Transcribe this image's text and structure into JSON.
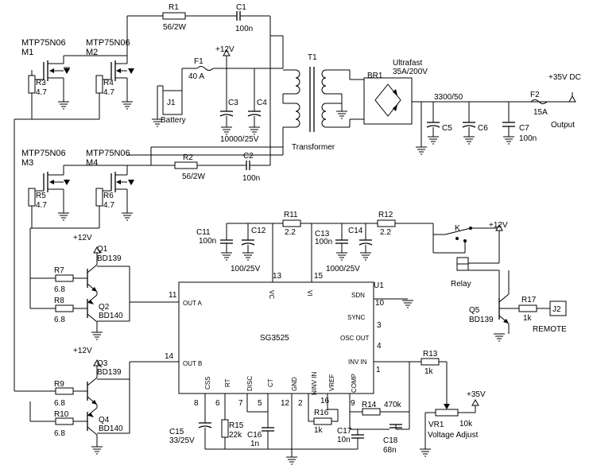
{
  "labels": {
    "r1_name": "R1",
    "r1_val": "56/2W",
    "c1_name": "C1",
    "c1_val": "100n",
    "r2_name": "R2",
    "r2_val": "56/2W",
    "c2_name": "C2",
    "c2_val": "100n",
    "m1_part": "MTP75N06",
    "m1_name": "M1",
    "m2_part": "MTP75N06",
    "m2_name": "M2",
    "m3_part": "MTP75N06",
    "m3_name": "M3",
    "m4_part": "MTP75N06",
    "m4_name": "M4",
    "r3_name": "R3",
    "r3_val": "4.7",
    "r4_name": "R4",
    "r4_val": "4.7",
    "r5_name": "R5",
    "r5_val": "4.7",
    "r6_name": "R6",
    "r6_val": "4.7",
    "plus12_top": "+12V",
    "f1_name": "F1",
    "f1_val": "40 A",
    "j1_name": "J1",
    "battery": "Battery",
    "c3_name": "C3",
    "c4_name": "C4",
    "c34_val": "10000/25V",
    "t1_name": "T1",
    "transformer": "Transformer",
    "br1_name": "BR1",
    "ultrafast1": "Ultrafast",
    "ultrafast2": "35A/200V",
    "cap_3300": "3300/50",
    "c5_name": "C5",
    "c6_name": "C6",
    "c7_name": "C7",
    "c7_val": "100n",
    "f2_name": "F2",
    "f2_val": "15A",
    "plus35_out": "+35V DC",
    "output": "Output",
    "c11_name": "C11",
    "c11_val": "100n",
    "c12_name": "C12",
    "c1112_val": "100/25V",
    "r11_name": "R11",
    "r11_val": "2.2",
    "c13_name": "C13",
    "c13_val": "100n",
    "c14_name": "C14",
    "c1314_val": "1000/25V",
    "r12_name": "R12",
    "r12_val": "2.2",
    "k_name": "K",
    "plus12_relay": "+12V",
    "relay": "Relay",
    "q5_name": "Q5",
    "q5_part": "BD139",
    "r17_name": "R17",
    "r17_val": "1k",
    "j2_name": "J2",
    "remote": "REMOTE",
    "u1_name": "U1",
    "ic_name": "SG3525",
    "pin_vc": "VC",
    "pin_vi": "VI",
    "pin_13": "13",
    "pin_15": "15",
    "pin_sdn": "SDN",
    "pin_10": "10",
    "pin_sync": "SYNC",
    "pin_3": "3",
    "pin_oscout": "OSC OUT",
    "pin_4": "4",
    "pin_outa": "OUT A",
    "pin_11": "11",
    "pin_outb": "OUT B",
    "pin_14": "14",
    "pin_invin": "INV IN",
    "pin_1": "1",
    "pin_css": "CSS",
    "pin_8": "8",
    "pin_rt": "RT",
    "pin_6": "6",
    "pin_disc": "DISC",
    "pin_7": "7",
    "pin_ct": "CT",
    "pin_5": "5",
    "pin_gnd": "GND",
    "pin_12": "12",
    "pin_ninvin": "NINV IN",
    "pin_2": "2",
    "pin_vref": "VREF",
    "pin_16": "16",
    "pin_comp": "COMP",
    "pin_9": "9",
    "q1_name": "Q1",
    "q1_part": "BD139",
    "q2_name": "Q2",
    "q2_part": "BD140",
    "q3_name": "Q3",
    "q3_part": "BD139",
    "q4_name": "Q4",
    "q4_part": "BD140",
    "plus12_q1": "+12V",
    "plus12_q3": "+12V",
    "r7_name": "R7",
    "r7_val": "6.8",
    "r8_name": "R8",
    "r8_val": "6.8",
    "r9_name": "R9",
    "r9_val": "6.8",
    "r10_name": "R10",
    "r10_val": "6.8",
    "r13_name": "R13",
    "r13_val": "1k",
    "r14_name": "R14",
    "r14_val": "470k",
    "r15_name": "R15",
    "r15_val": "22k",
    "r16_name": "R16",
    "r16_val": "1k",
    "c15_name": "C15",
    "c15_val": "33/25V",
    "c16_name": "C16",
    "c16_val": "1n",
    "c17_name": "C17",
    "c17_val": "10n",
    "c18_name": "C18",
    "c18_val": "68n",
    "plus35_vr": "+35V",
    "vr1_name": "VR1",
    "vr1_val": "10k",
    "voltage_adjust": "Voltage Adjust"
  }
}
